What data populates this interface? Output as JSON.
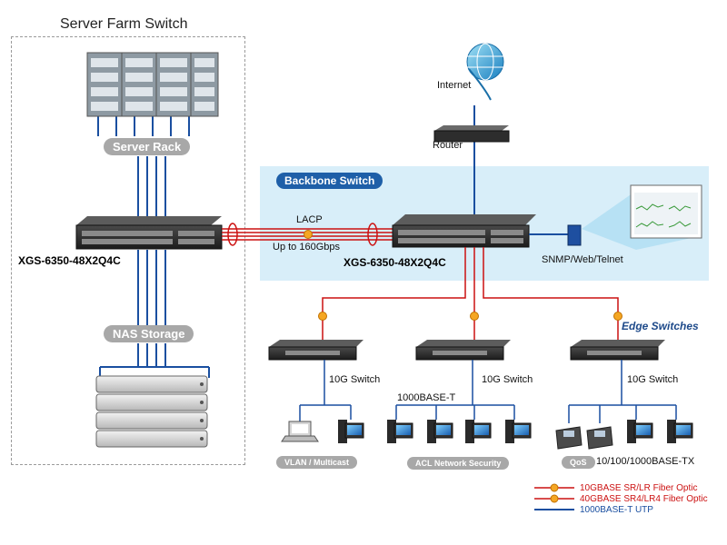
{
  "title": "Server Farm Switch",
  "server_rack_label": "Server Rack",
  "nas_storage_label": "NAS Storage",
  "backbone_label": "Backbone Switch",
  "left_switch_label": "XGS-6350-48X2Q4C",
  "core_switch_label": "XGS-6350-48X2Q4C",
  "lacp_label": "LACP",
  "lacp_speed_label": "Up to 160Gbps",
  "internet_label": "Internet",
  "router_label": "Router",
  "mgmt_label": "SNMP/Web/Telnet",
  "edge_switches_label": "Edge Switches",
  "switch_labels": [
    "10G Switch",
    "10G Switch",
    "10G Switch"
  ],
  "link_1000baset_label": "1000BASE-T",
  "link_10_100_label": "10/100/1000BASE-TX",
  "group_labels": [
    "VLAN / Multicast",
    "ACL Network Security",
    "QoS"
  ],
  "legend": [
    {
      "text": "10GBASE SR/LR Fiber Optic",
      "color": "#cc1111"
    },
    {
      "text": "40GBASE SR4/LR4 Fiber Optic",
      "color": "#cc1111"
    },
    {
      "text": "1000BASE-T UTP",
      "color": "#1a4fa0"
    }
  ],
  "colors": {
    "fiber": "#cc1111",
    "utp": "#1a4fa0",
    "backbone_bg": "#d8eef9",
    "badge_blue": "#1e5fa8",
    "badge_gray": "#a8a8a8"
  },
  "icons": [
    "globe-icon",
    "router-icon",
    "switch-icon",
    "server-rack-icon",
    "nas-storage-icon",
    "monitor-icon",
    "laptop-icon",
    "desktop-icon",
    "ip-phone-icon",
    "media-converter-icon"
  ]
}
